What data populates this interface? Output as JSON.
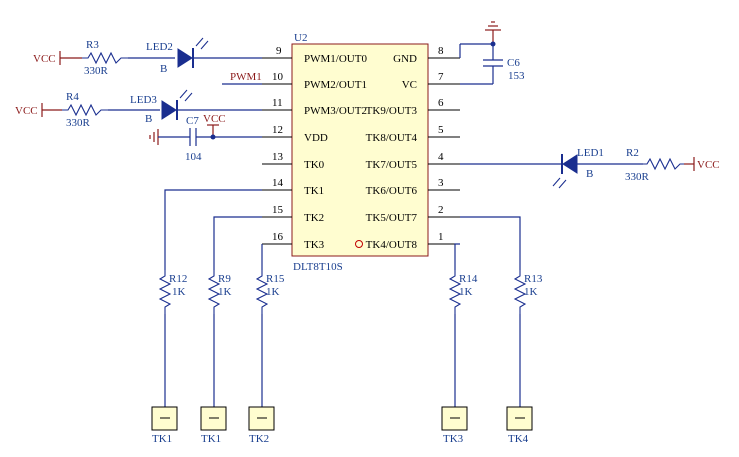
{
  "chip": {
    "ref": "U2",
    "part": "DLT8T10S",
    "left_pins": [
      {
        "num": "9",
        "name": "PWM1/OUT0"
      },
      {
        "num": "10",
        "name": "PWM2/OUT1"
      },
      {
        "num": "11",
        "name": "PWM3/OUT2"
      },
      {
        "num": "12",
        "name": "VDD"
      },
      {
        "num": "13",
        "name": "TK0"
      },
      {
        "num": "14",
        "name": "TK1"
      },
      {
        "num": "15",
        "name": "TK2"
      },
      {
        "num": "16",
        "name": "TK3"
      }
    ],
    "right_pins": [
      {
        "num": "8",
        "name": "GND"
      },
      {
        "num": "7",
        "name": "VC"
      },
      {
        "num": "6",
        "name": "TK9/OUT3"
      },
      {
        "num": "5",
        "name": "TK8/OUT4"
      },
      {
        "num": "4",
        "name": "TK7/OUT5"
      },
      {
        "num": "3",
        "name": "TK6/OUT6"
      },
      {
        "num": "2",
        "name": "TK5/OUT7"
      },
      {
        "num": "1",
        "name": "TK4/OUT8"
      }
    ]
  },
  "nets": {
    "pwm1": "PWM1"
  },
  "power": {
    "vcc": "VCC"
  },
  "resistors": [
    {
      "ref": "R3",
      "value": "330R"
    },
    {
      "ref": "R4",
      "value": "330R"
    },
    {
      "ref": "R2",
      "value": "330R"
    },
    {
      "ref": "R12",
      "value": "1K"
    },
    {
      "ref": "R9",
      "value": "1K"
    },
    {
      "ref": "R15",
      "value": "1K"
    },
    {
      "ref": "R14",
      "value": "1K"
    },
    {
      "ref": "R13",
      "value": "1K"
    }
  ],
  "leds": [
    {
      "ref": "LED2",
      "color": "B"
    },
    {
      "ref": "LED3",
      "color": "B"
    },
    {
      "ref": "LED1",
      "color": "B"
    }
  ],
  "capacitors": [
    {
      "ref": "C6",
      "value": "153"
    },
    {
      "ref": "C7",
      "value": "104"
    }
  ],
  "touch_pads": [
    "TK1",
    "TK1",
    "TK2",
    "TK3",
    "TK4"
  ],
  "colors": {
    "wire": "#1a2e8f",
    "body_border": "#8b1a1a",
    "body_fill": "#fffdd0",
    "power": "#8b1a1a"
  }
}
